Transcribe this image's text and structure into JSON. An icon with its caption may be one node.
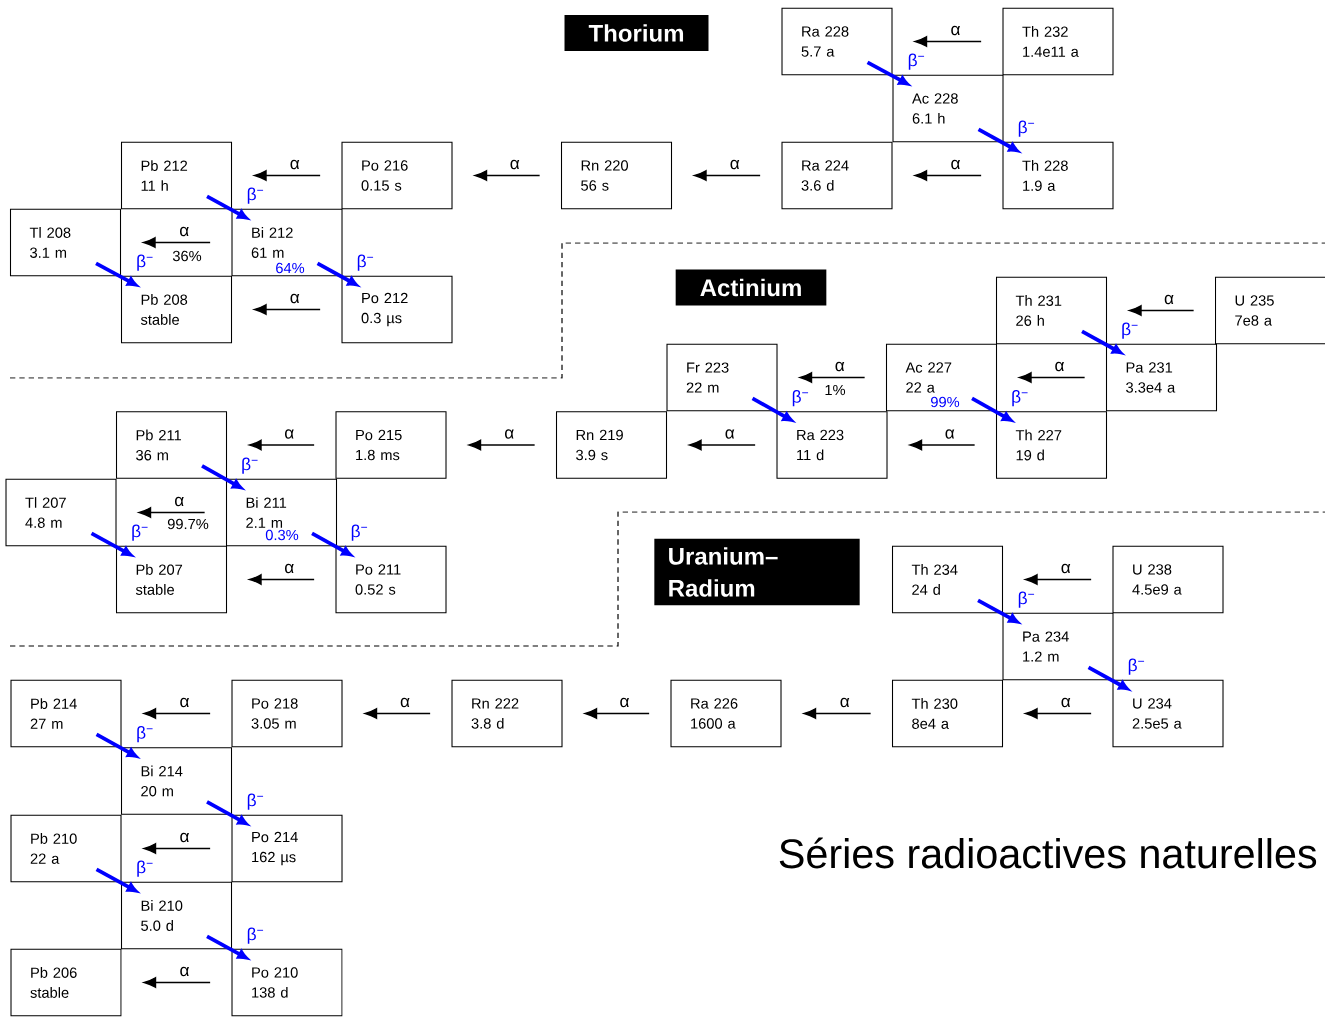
{
  "diagram": {
    "title": "Séries radioactives naturelles",
    "nodes": [
      {
        "text": [
          "Ra 228",
          "5.7 a"
        ]
      },
      {
        "text": [
          "Th 232",
          "1.4e11 a"
        ]
      },
      {
        "text": [
          "Ac 228",
          "6.1 h"
        ]
      },
      {
        "text": [
          "Th 228",
          "1.9 a"
        ]
      },
      {
        "text": [
          "Ra 224",
          "3.6 d"
        ]
      },
      {
        "text": [
          "Rn 220",
          "56 s"
        ]
      },
      {
        "text": [
          "Po 216",
          "0.15 s"
        ]
      },
      {
        "text": [
          "Pb 212",
          "11 h"
        ]
      },
      {
        "text": [
          "Bi 212",
          "61 m"
        ]
      },
      {
        "text": [
          "Tl 208",
          "3.1 m"
        ]
      },
      {
        "text": [
          "Po 212",
          "0.3 µs"
        ]
      },
      {
        "text": [
          "Pb 208",
          "stable"
        ]
      },
      {
        "text": [
          "Th 231",
          "26 h"
        ]
      },
      {
        "text": [
          "U 235",
          "7e8 a"
        ]
      },
      {
        "text": [
          "Pa 231",
          "3.3e4 a"
        ]
      },
      {
        "text": [
          "Ac 227",
          "22 a"
        ]
      },
      {
        "text": [
          "Fr 223",
          "22 m"
        ]
      },
      {
        "text": [
          "Th 227",
          "19 d"
        ]
      },
      {
        "text": [
          "Ra 223",
          "11 d"
        ]
      },
      {
        "text": [
          "Rn 219",
          "3.9 s"
        ]
      },
      {
        "text": [
          "Po 215",
          "1.8 ms"
        ]
      },
      {
        "text": [
          "Pb 211",
          "36 m"
        ]
      },
      {
        "text": [
          "Bi 211",
          "2.1 m"
        ]
      },
      {
        "text": [
          "Tl 207",
          "4.8 m"
        ]
      },
      {
        "text": [
          "Po 211",
          "0.52 s"
        ]
      },
      {
        "text": [
          "Pb 207",
          "stable"
        ]
      },
      {
        "text": [
          "Th 234",
          "24 d"
        ]
      },
      {
        "text": [
          "U 238",
          "4.5e9 a"
        ]
      },
      {
        "text": [
          "Pa 234",
          "1.2 m"
        ]
      },
      {
        "text": [
          "U 234",
          "2.5e5 a"
        ]
      },
      {
        "text": [
          "Th 230",
          "8e4 a"
        ]
      },
      {
        "text": [
          "Ra 226",
          "1600 a"
        ]
      },
      {
        "text": [
          "Rn 222",
          "3.8 d"
        ]
      },
      {
        "text": [
          "Po 218",
          "3.05 m"
        ]
      },
      {
        "text": [
          "Pb 214",
          "27 m"
        ]
      },
      {
        "text": [
          "Bi 214",
          "20 m"
        ]
      },
      {
        "text": [
          "Po 214",
          "162 µs"
        ]
      },
      {
        "text": [
          "Pb 210",
          "22 a"
        ]
      },
      {
        "text": [
          "Bi 210",
          "5.0 d"
        ]
      },
      {
        "text": [
          "Po 210",
          "138 d"
        ]
      },
      {
        "text": [
          "Pb 206",
          "stable"
        ]
      },
      {
        "text": [
          "Thorium"
        ]
      },
      {
        "text": [
          "Actinium"
        ]
      },
      {
        "text": [
          "Uranium–Radium"
        ]
      }
    ],
    "edges": [
      {
        "from": 1,
        "to": 0,
        "arrow": "to",
        "label": "α"
      },
      {
        "from": 0,
        "to": 2,
        "arrow": "to",
        "label": "β$^{−}$",
        "style": "thick",
        "color": "#0000ff"
      },
      {
        "from": 2,
        "to": 3,
        "arrow": "to",
        "label": "β$^{−}$",
        "style": "thick",
        "color": "#0000ff"
      },
      {
        "from": 3,
        "to": 4,
        "arrow": "to",
        "label": "α"
      },
      {
        "from": 4,
        "to": 5,
        "arrow": "to",
        "label": "α"
      },
      {
        "from": 5,
        "to": 6,
        "arrow": "to",
        "label": "α"
      },
      {
        "from": 6,
        "to": 7,
        "arrow": "to",
        "label": "α"
      },
      {
        "from": 7,
        "to": 8,
        "arrow": "to",
        "label": "β$^{−}$",
        "style": "thick",
        "color": "#0000ff"
      },
      {
        "from": 8,
        "to": 9,
        "arrow": "to",
        "label": "α"
      },
      {
        "from": 8,
        "to": 10,
        "arrow": "to",
        "label": "β$^{−}$",
        "style": "thick",
        "color": "#0000ff"
      },
      {
        "from": 9,
        "to": 11,
        "arrow": "to",
        "label": "β$^{−}$",
        "style": "thick",
        "color": "#0000ff"
      },
      {
        "from": 10,
        "to": 11,
        "arrow": "to",
        "label": "α"
      },
      {
        "from": 13,
        "to": 12,
        "arrow": "to",
        "label": "α"
      },
      {
        "from": 12,
        "to": 14,
        "arrow": "to",
        "label": "β$^{−}$",
        "style": "thick",
        "color": "#0000ff"
      },
      {
        "from": 14,
        "to": 15,
        "arrow": "to",
        "label": "α"
      },
      {
        "from": 15,
        "to": 16,
        "arrow": "to",
        "label": "α"
      },
      {
        "from": 15,
        "to": 17,
        "arrow": "to",
        "label": "β$^{−}$",
        "style": "thick",
        "color": "#0000ff"
      },
      {
        "from": 16,
        "to": 18,
        "arrow": "to",
        "label": "β$^{−}$",
        "style": "thick",
        "color": "#0000ff"
      },
      {
        "from": 17,
        "to": 18,
        "arrow": "to",
        "label": "α"
      },
      {
        "from": 18,
        "to": 19,
        "arrow": "to",
        "label": "α"
      },
      {
        "from": 19,
        "to": 20,
        "arrow": "to",
        "label": "α"
      },
      {
        "from": 20,
        "to": 21,
        "arrow": "to",
        "label": "α"
      },
      {
        "from": 21,
        "to": 22,
        "arrow": "to",
        "label": "β$^{−}$",
        "style": "thick",
        "color": "#0000ff"
      },
      {
        "from": 22,
        "to": 23,
        "arrow": "to",
        "label": "α"
      },
      {
        "from": 22,
        "to": 24,
        "arrow": "to",
        "label": "β$^{−}$",
        "style": "thick",
        "color": "#0000ff"
      },
      {
        "from": 23,
        "to": 25,
        "arrow": "to",
        "label": "β$^{−}$",
        "style": "thick",
        "color": "#0000ff"
      },
      {
        "from": 24,
        "to": 25,
        "arrow": "to",
        "label": "α"
      },
      {
        "from": 27,
        "to": 26,
        "arrow": "to",
        "label": "α"
      },
      {
        "from": 26,
        "to": 28,
        "arrow": "to",
        "label": "β$^{−}$",
        "style": "thick",
        "color": "#0000ff"
      },
      {
        "from": 28,
        "to": 29,
        "arrow": "to",
        "label": "β$^{−}$",
        "style": "thick",
        "color": "#0000ff"
      },
      {
        "from": 29,
        "to": 30,
        "arrow": "to",
        "label": "α"
      },
      {
        "from": 30,
        "to": 31,
        "arrow": "to",
        "label": "α"
      },
      {
        "from": 31,
        "to": 32,
        "arrow": "to",
        "label": "α"
      },
      {
        "from": 32,
        "to": 33,
        "arrow": "to",
        "label": "α"
      },
      {
        "from": 33,
        "to": 34,
        "arrow": "to",
        "label": "α"
      },
      {
        "from": 34,
        "to": 35,
        "arrow": "to",
        "label": "β$^{−}$",
        "style": "thick",
        "color": "#0000ff"
      },
      {
        "from": 35,
        "to": 36,
        "arrow": "to",
        "label": "β$^{−}$",
        "style": "thick",
        "color": "#0000ff"
      },
      {
        "from": 36,
        "to": 37,
        "arrow": "to",
        "label": "α"
      },
      {
        "from": 37,
        "to": 38,
        "arrow": "to",
        "label": "β$^{−}$",
        "style": "thick",
        "color": "#0000ff"
      },
      {
        "from": 38,
        "to": 39,
        "arrow": "to",
        "label": "β$^{−}$",
        "style": "thick",
        "color": "#0000ff"
      },
      {
        "from": 39,
        "to": 40,
        "arrow": "to",
        "label": "α"
      }
    ],
    "labels": [
      "36%",
      "64%",
      "1%",
      "99%",
      "99.7%",
      "0.3%"
    ]
  }
}
